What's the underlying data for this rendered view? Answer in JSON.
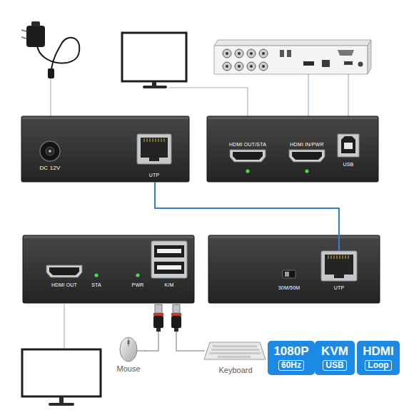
{
  "diagram": {
    "nodes": [
      {
        "text": [
          "DC 12V",
          "UTP"
        ]
      },
      {
        "text": [
          "HDMI OUT/STA",
          "HDMI IN/PWR",
          "USB"
        ]
      },
      {
        "text": [
          "HDMI OUT",
          "STA",
          "PWR",
          "K/M"
        ]
      },
      {
        "text": [
          "30M/50M",
          "UTP"
        ]
      },
      {
        "text": [
          "Mouse"
        ]
      },
      {
        "text": [
          "Keyboard"
        ]
      },
      {
        "text": [
          "1080P",
          "60Hz"
        ]
      },
      {
        "text": [
          "KVM",
          "USB"
        ]
      },
      {
        "text": [
          "HDMI",
          "Loop"
        ]
      }
    ],
    "edges": [
      {
        "from": 0,
        "to": 3,
        "arrow": "none"
      },
      {
        "from": 2,
        "to": 4,
        "arrow": "none"
      },
      {
        "from": 2,
        "to": 5,
        "arrow": "none"
      }
    ]
  }
}
